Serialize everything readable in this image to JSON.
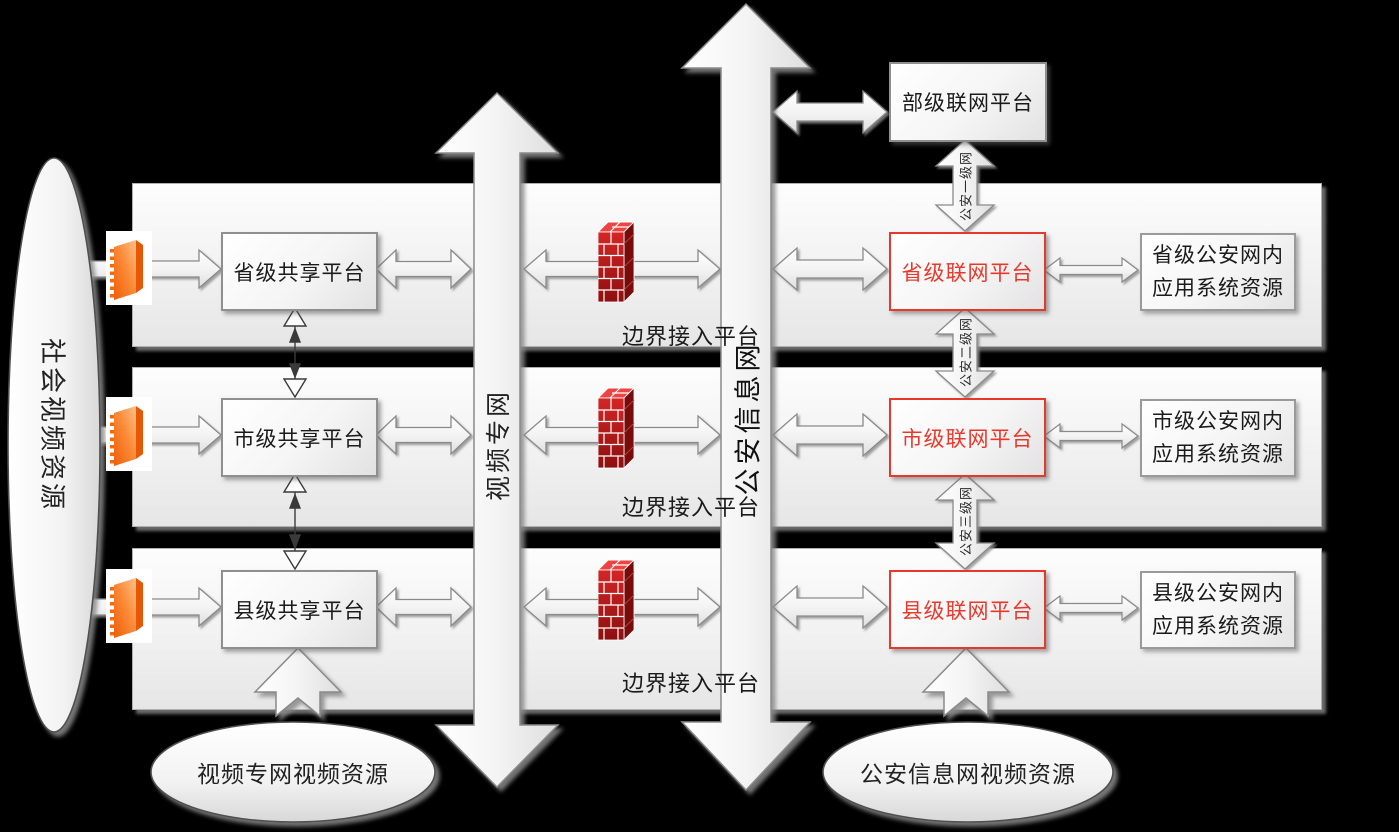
{
  "left_source": {
    "label": "社会视频资源"
  },
  "video_network_arrow": {
    "label": "视频专网"
  },
  "police_network_arrow": {
    "label": "公安信息网"
  },
  "ministry": {
    "label": "部级联网平台"
  },
  "tiers": [
    {
      "share": "省级共享平台",
      "border": "边界接入平台",
      "network": "省级联网平台",
      "res1": "省级公安网内",
      "res2": "应用系统资源",
      "link": "公安一级网"
    },
    {
      "share": "市级共享平台",
      "border": "边界接入平台",
      "network": "市级联网平台",
      "res1": "市级公安网内",
      "res2": "应用系统资源",
      "link": "公安二级网"
    },
    {
      "share": "县级共享平台",
      "border": "边界接入平台",
      "network": "县级联网平台",
      "res1": "县级公安网内",
      "res2": "应用系统资源",
      "link": "公安三级网"
    }
  ],
  "bottom_sources": [
    {
      "label": "视频专网视频资源"
    },
    {
      "label": "公安信息网视频资源"
    }
  ],
  "icons": {
    "left_firewall": "orange-firewall-icon",
    "border_firewall": "red-brick-firewall-icon"
  },
  "colors": {
    "canvas_bg": "#000000",
    "accent_red": "#e8382c",
    "band_fill": "#f1f1f1",
    "firewall_orange": "#f06a10",
    "firewall_red": "#b01212"
  }
}
